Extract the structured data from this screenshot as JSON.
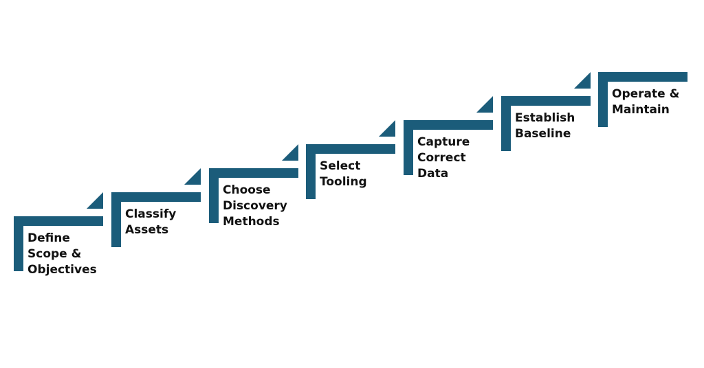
{
  "accent_color": "#1b5c7a",
  "steps": [
    {
      "lines": [
        "Define",
        "Scope &",
        "Objectives"
      ]
    },
    {
      "lines": [
        "Classify",
        "Assets"
      ]
    },
    {
      "lines": [
        "Choose",
        "Discovery",
        "Methods"
      ]
    },
    {
      "lines": [
        "Select",
        "Tooling"
      ]
    },
    {
      "lines": [
        "Capture",
        "Correct",
        "Data"
      ]
    },
    {
      "lines": [
        "Establish",
        "Baseline"
      ]
    },
    {
      "lines": [
        "Operate &",
        "Maintain"
      ]
    }
  ]
}
